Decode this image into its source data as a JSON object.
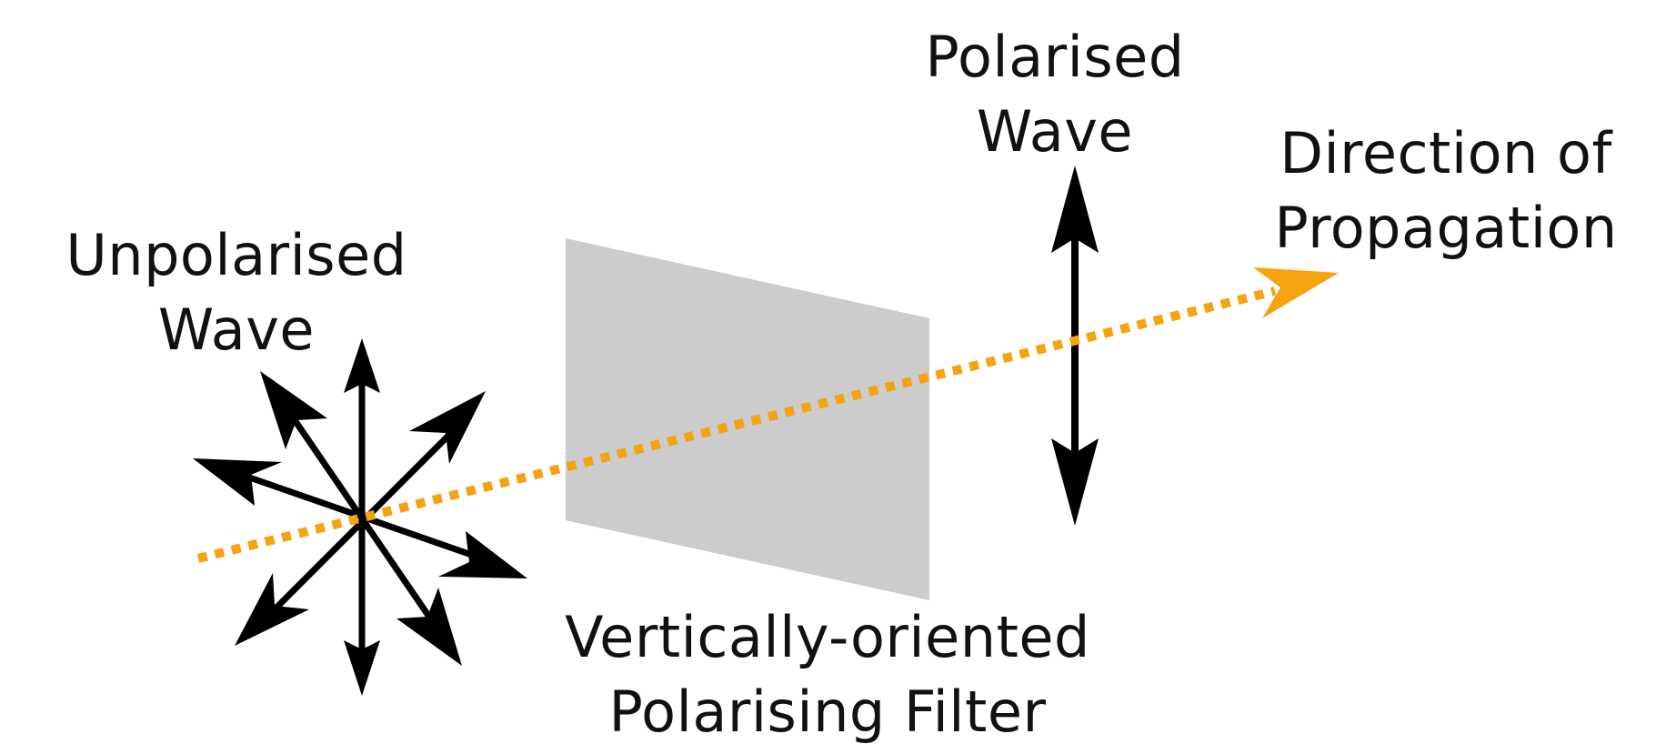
{
  "labels": {
    "unpolarised": [
      "Unpolarised",
      "Wave"
    ],
    "polarised": [
      "Polarised",
      "Wave"
    ],
    "direction": [
      "Direction of",
      "Propagation"
    ],
    "filter": [
      "Vertically-oriented",
      "Polarising Filter"
    ]
  },
  "colors": {
    "arrow": "#000000",
    "propagation_ray": "#F5A30F",
    "filter_panel": "#CCCCCC",
    "text": "#111111"
  },
  "icons": {
    "unpolarised_wave": "starburst-double-arrows-icon",
    "polarised_wave": "vertical-double-arrow-icon",
    "propagation": "dotted-arrow-icon"
  }
}
